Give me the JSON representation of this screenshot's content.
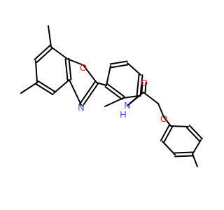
{
  "atoms": {
    "ring_o": {
      "label": "O",
      "color": "#ff0d0d"
    },
    "ring_n": {
      "label": "N",
      "color": "#3050f8"
    },
    "amide_n": {
      "label": "N",
      "h_label": "H",
      "color": "#3050f8"
    },
    "carbonyl_o": {
      "label": "O",
      "color": "#ff0d0d"
    },
    "ether_o": {
      "label": "O",
      "color": "#ff0d0d"
    }
  },
  "colors": {
    "bond": "#000000",
    "background": "#ffffff"
  }
}
